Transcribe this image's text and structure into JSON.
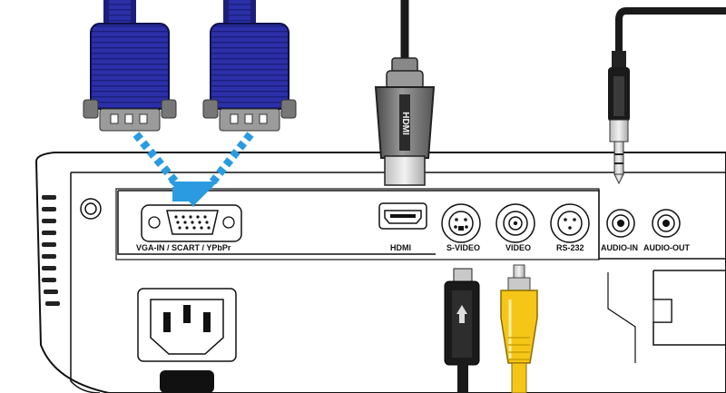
{
  "labels": {
    "vga": "VGA-IN / SCART / YPbPr",
    "hdmi": "HDMI",
    "svideo": "S-VIDEO",
    "video": "VIDEO",
    "rs232": "RS-232",
    "audio_in": "AUDIO-IN",
    "audio_out": "AUDIO-OUT"
  },
  "hdmi_plug_text": "HDMI",
  "colors": {
    "vga_connector": "#2b2fa8",
    "vga_dark": "#1c1f7a",
    "arrow": "#2a9be0",
    "rca_yellow": "#f5c518",
    "cable_black": "#1a1a1a",
    "hdmi_plug": "#6e6e6e",
    "panel_gray": "#f4f4f4"
  },
  "icons": [
    "vga-connector-icon",
    "hdmi-plug-icon",
    "audio-jack-icon",
    "s-video-plug-icon",
    "rca-plug-icon",
    "power-socket-icon"
  ]
}
